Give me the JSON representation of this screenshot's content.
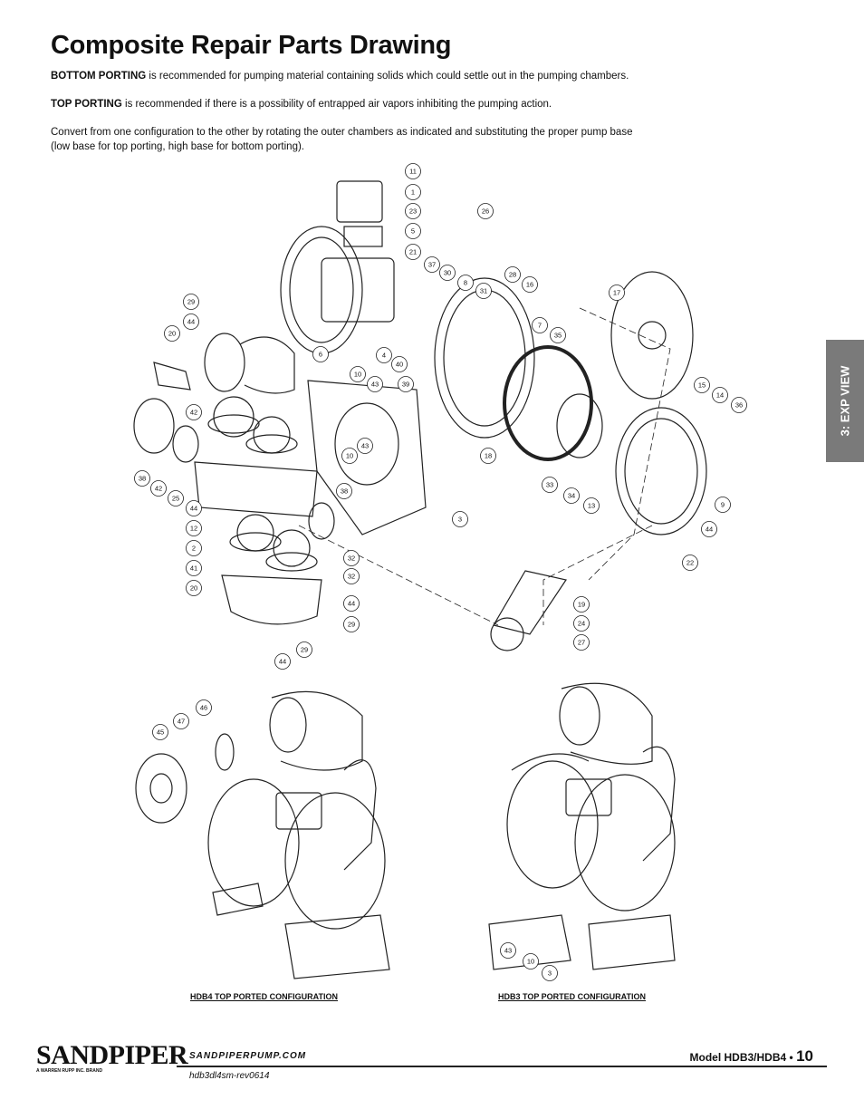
{
  "title": "Composite Repair Parts Drawing",
  "paragraphs": {
    "bottom_lead": "BOTTOM PORTING",
    "bottom_text": " is recommended for pumping material containing solids which could settle out in the pumping chambers.",
    "top_lead": "TOP PORTING",
    "top_text": " is recommended if there is a possibility of entrapped air vapors inhibiting the pumping action.",
    "convert_line1": "Convert from one configuration to the other by rotating the outer chambers as indicated and substituting the proper pump base",
    "convert_line2": "(low base for top porting, high base for bottom porting)."
  },
  "side_tab": "3: EXP VIEW",
  "callouts": [
    "11",
    "1",
    "23",
    "5",
    "21",
    "26",
    "37",
    "30",
    "8",
    "31",
    "28",
    "16",
    "7",
    "35",
    "17",
    "29",
    "44",
    "20",
    "6",
    "4",
    "40",
    "39",
    "10",
    "43",
    "42",
    "10",
    "43",
    "15",
    "14",
    "36",
    "18",
    "33",
    "34",
    "13",
    "9",
    "44",
    "22",
    "38",
    "42",
    "25",
    "44",
    "12",
    "2",
    "41",
    "20",
    "38",
    "3",
    "32",
    "32",
    "44",
    "29",
    "19",
    "24",
    "27",
    "29",
    "44",
    "46",
    "47",
    "45",
    "43",
    "10",
    "3"
  ],
  "config_labels": {
    "hdb4": "HDB4 TOP PORTED CONFIGURATION",
    "hdb3": "HDB3 TOP PORTED CONFIGURATION"
  },
  "footer": {
    "logo": "SANDPIPER",
    "logo_sub": "A WARREN RUPP INC. BRAND",
    "website": "SANDPIPERPUMP.COM",
    "doc_id": "hdb3dl4sm-rev0614",
    "model": "Model HDB3/HDB4 •",
    "page": "10"
  }
}
